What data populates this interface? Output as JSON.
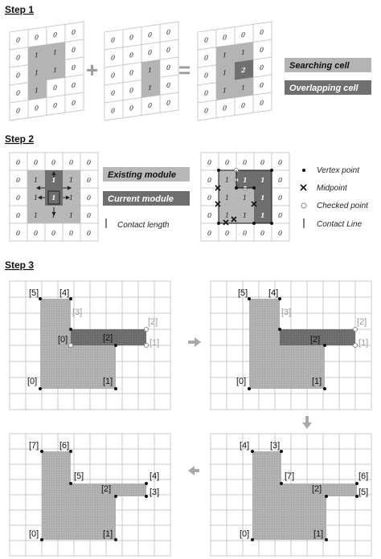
{
  "steps": {
    "step1": "Step 1",
    "step2": "Step 2",
    "step3": "Step 3"
  },
  "step1": {
    "plus": "+",
    "equals": "=",
    "legend_searching": "Searching cell",
    "legend_overlapping": "Overlapping cell",
    "overlap_value": "2"
  },
  "step2": {
    "legend_existing": "Existing module",
    "legend_current": "Current module",
    "legend_contact_length": "Contact length",
    "legend_vertex": "Vertex point",
    "legend_midpoint": "Midpoint",
    "legend_checked": "Checked point",
    "legend_contact_line": "Contact Line"
  },
  "step3": {
    "panel_a": {
      "labels": [
        "[5]",
        "[4]",
        "[3]",
        "[0]",
        "[2]",
        "[2]",
        "[1]",
        "[0]",
        "[1]"
      ]
    },
    "panel_b": {
      "labels": [
        "[5]",
        "[4]",
        "[3]",
        "[2]",
        "[2]",
        "[1]",
        "[0]",
        "[1]"
      ]
    },
    "panel_c": {
      "labels": [
        "[4]",
        "[3]",
        "[7]",
        "[6]",
        "[2]",
        "[5]",
        "[0]",
        "[1]"
      ]
    },
    "panel_d": {
      "labels": [
        "[7]",
        "[6]",
        "[5]",
        "[4]",
        "[2]",
        "[3]",
        "[0]",
        "[1]"
      ]
    }
  },
  "colors": {
    "searching": "#b4b4b4",
    "overlapping": "#707070",
    "existing": "#b8b8b8",
    "current": "#6e6e6e",
    "grid": "#c8c8c8",
    "arrow": "#a8a8a8"
  }
}
